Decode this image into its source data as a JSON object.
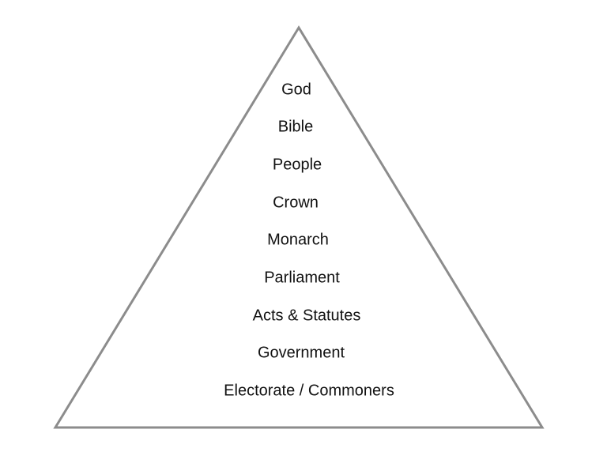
{
  "diagram": {
    "stroke_color": "#8c8c8c",
    "levels": [
      "God",
      "Bible",
      "People",
      "Crown",
      "Monarch",
      "Parliament",
      "Acts & Statutes",
      "Government",
      "Electorate / Commoners"
    ]
  }
}
